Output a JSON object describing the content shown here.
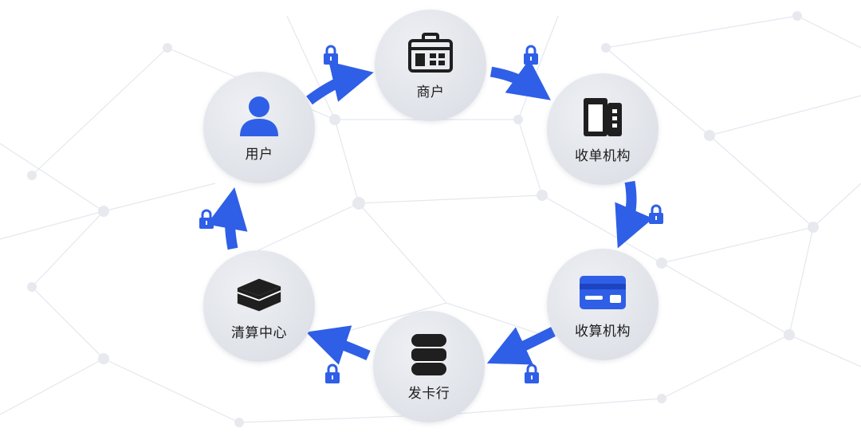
{
  "colors": {
    "accent": "#2f5fe6",
    "icon_dark": "#1f1f1f",
    "node_bg": "#dfe2e8"
  },
  "nodes": {
    "merchant": {
      "label": "商户",
      "icon": "storefront-icon"
    },
    "acquirer": {
      "label": "收单机构",
      "icon": "pos-terminal-icon"
    },
    "processor": {
      "label": "收算机构",
      "icon": "credit-card-icon"
    },
    "issuer": {
      "label": "发卡行",
      "icon": "server-database-icon"
    },
    "clearing": {
      "label": "清算中心",
      "icon": "vault-box-icon"
    },
    "user": {
      "label": "用户",
      "icon": "user-icon"
    }
  },
  "flow": [
    "user",
    "merchant",
    "acquirer",
    "processor",
    "issuer",
    "clearing",
    "user"
  ],
  "arrow_icon": "lock-icon"
}
